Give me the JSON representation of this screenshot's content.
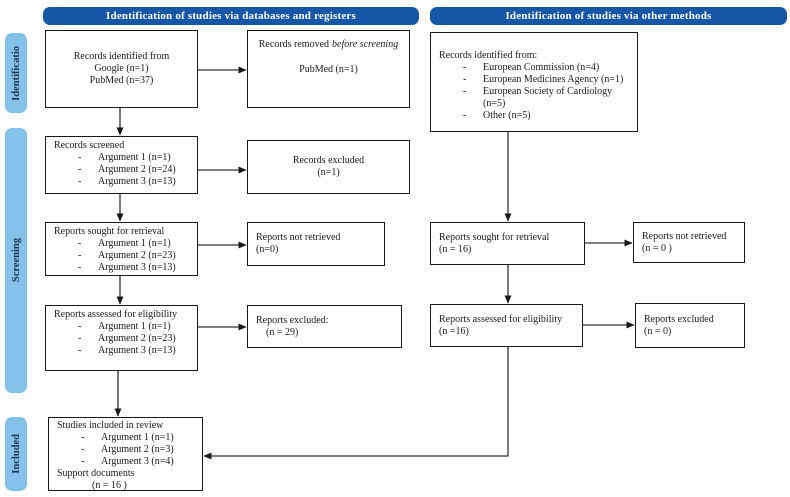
{
  "bullet": "-",
  "colors": {
    "header_bg": "#1656A6",
    "header_text": "#FFFFFF",
    "sidebar_bg": "#85C2EA",
    "sidebar_text": "#1F3250"
  },
  "headers": {
    "left": "Identification of studies via databases and registers",
    "right": "Identification of studies via other methods"
  },
  "sidebar": {
    "identification": "Identificatio",
    "screening": "Screening",
    "included": "Included"
  },
  "boxes": {
    "records_identified_db": {
      "lines": [
        "Records identified from",
        "Google (n=1)",
        "PubMed (n=37)"
      ]
    },
    "records_removed": {
      "prefix": "Records removed",
      "italic": "before screening",
      "note": "PubMed (n=1)"
    },
    "records_screened": {
      "title": "Records screened",
      "items": [
        "Argument 1 (n=1)",
        "Argument 2 (n=24)",
        "Argument 3 (n=13)"
      ]
    },
    "records_excluded": {
      "lines": [
        "Records excluded",
        "(n=1)"
      ]
    },
    "reports_sought_db": {
      "title": "Reports sought for retrieval",
      "items": [
        "Argument 1 (n=1)",
        "Argument 2 (n=23)",
        "Argument 3 (n=13)"
      ]
    },
    "reports_not_retrieved_db": {
      "lines": [
        "Reports not retrieved",
        "(n=0)"
      ]
    },
    "reports_assessed_db": {
      "title": "Reports assessed for eligibility",
      "items": [
        "Argument 1 (n=1)",
        "Argument 2 (n=23)",
        "Argument 3 (n=13)"
      ]
    },
    "reports_excluded_db": {
      "lines": [
        "Reports excluded:",
        "(n = 29)"
      ]
    },
    "studies_included": {
      "title": "Studies included in review",
      "items": [
        "Argument 1 (n=1)",
        "Argument 2 (n=3)",
        "Argument 3 (n=4)"
      ],
      "extra_title": "Support documents",
      "extra_value": "(n = 16 )"
    },
    "records_identified_other": {
      "title": "Records identified from:",
      "items": [
        "European Commission (n=4)",
        "European Medicines Agency (n=1)",
        "European Society of Cardiology (n=5)",
        "Other (n=5)"
      ]
    },
    "reports_sought_other": {
      "lines": [
        "Reports sought for retrieval",
        "(n = 16)"
      ]
    },
    "reports_not_retrieved_other": {
      "lines": [
        "Reports not retrieved",
        "(n = 0 )"
      ]
    },
    "reports_assessed_other": {
      "lines": [
        "Reports assessed for eligibility",
        "(n =16)"
      ]
    },
    "reports_excluded_other": {
      "lines": [
        "Reports excluded",
        "(n = 0)"
      ]
    }
  }
}
